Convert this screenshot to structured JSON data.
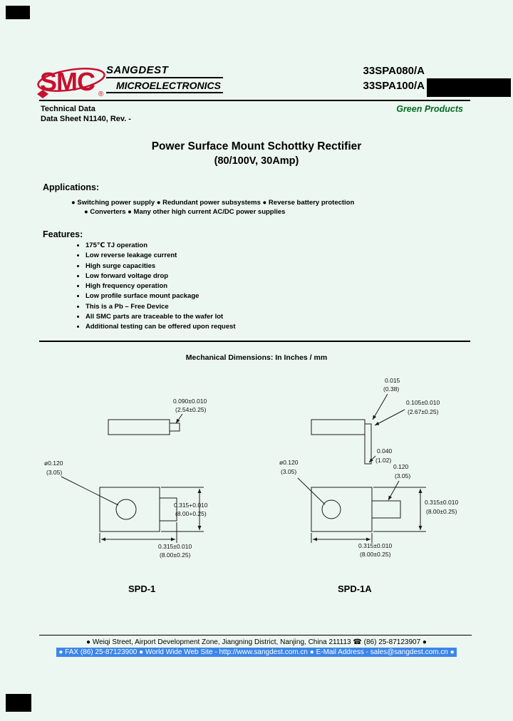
{
  "colors": {
    "page_bg": "#edf7f1",
    "logo_red": "#c8102e",
    "green_products_green": "#006b1f",
    "footer_highlight_blue": "#3c86e8"
  },
  "header": {
    "logo_text": "SMC",
    "logo_reg": "®",
    "company_line1": "SANGDEST",
    "company_line2": "MICROELECTRONICS",
    "part_number1": "33SPA080/A",
    "part_number2": "33SPA100/A",
    "technical_data": "Technical Data",
    "datasheet": "Data Sheet N1140, Rev. -",
    "green_products": "Green Products"
  },
  "title": {
    "line1": "Power Surface Mount Schottky Rectifier",
    "line2": "(80/100V, 30Amp)"
  },
  "applications": {
    "heading": "Applications:",
    "line1": "● Switching power supply ● Redundant power subsystems ● Reverse battery protection",
    "line2": "● Converters ● Many other high current AC/DC power supplies"
  },
  "features": {
    "heading": "Features:",
    "items": [
      "175℃ TJ operation",
      "Low reverse leakage current",
      "High surge capacities",
      "Low forward voltage drop",
      "High frequency operation",
      "Low profile surface mount package",
      "This is a Pb – Free Device",
      "All SMC parts are traceable to the wafer lot",
      "Additional testing can be offered upon request"
    ]
  },
  "mechanical": {
    "heading": "Mechanical Dimensions: In Inches / mm",
    "spd1": {
      "label": "SPD-1",
      "thickness_in": "0.090±0.010",
      "thickness_mm": "(2.54±0.25)",
      "hole_in": "ø0.120",
      "hole_mm": "(3.05)",
      "width_in": "0.315+0.010",
      "width_mm": "(8.00+0.25)",
      "length_in": "0.315±0.010",
      "length_mm": "(8.00±0.25)"
    },
    "spd1a": {
      "label": "SPD-1A",
      "lead_thk_in": "0.015",
      "lead_thk_mm": "(0.38)",
      "tab_in": "0.105±0.010",
      "tab_mm": "(2.67±0.25)",
      "lead_len_in": "0.040",
      "lead_len_mm": "(1.02)",
      "hole_in": "ø0.120",
      "hole_mm": "(3.05)",
      "lead_w_in": "0.120",
      "lead_w_mm": "(3.05)",
      "width_in": "0.315±0.010",
      "width_mm": "(8.00±0.25)",
      "length_in": "0.315±0.010",
      "length_mm": "(8.00±0.25)"
    }
  },
  "footer": {
    "line1": "● Weiqi Street, Airport Development Zone, Jiangning District, Nanjing, China 211113  ☎ (86) 25-87123907 ●",
    "line2": "● FAX (86) 25-87123900 ● World Wide Web Site - http://www.sangdest.com.cn ● E-Mail Address - sales@sangdest.com.cn ●"
  }
}
